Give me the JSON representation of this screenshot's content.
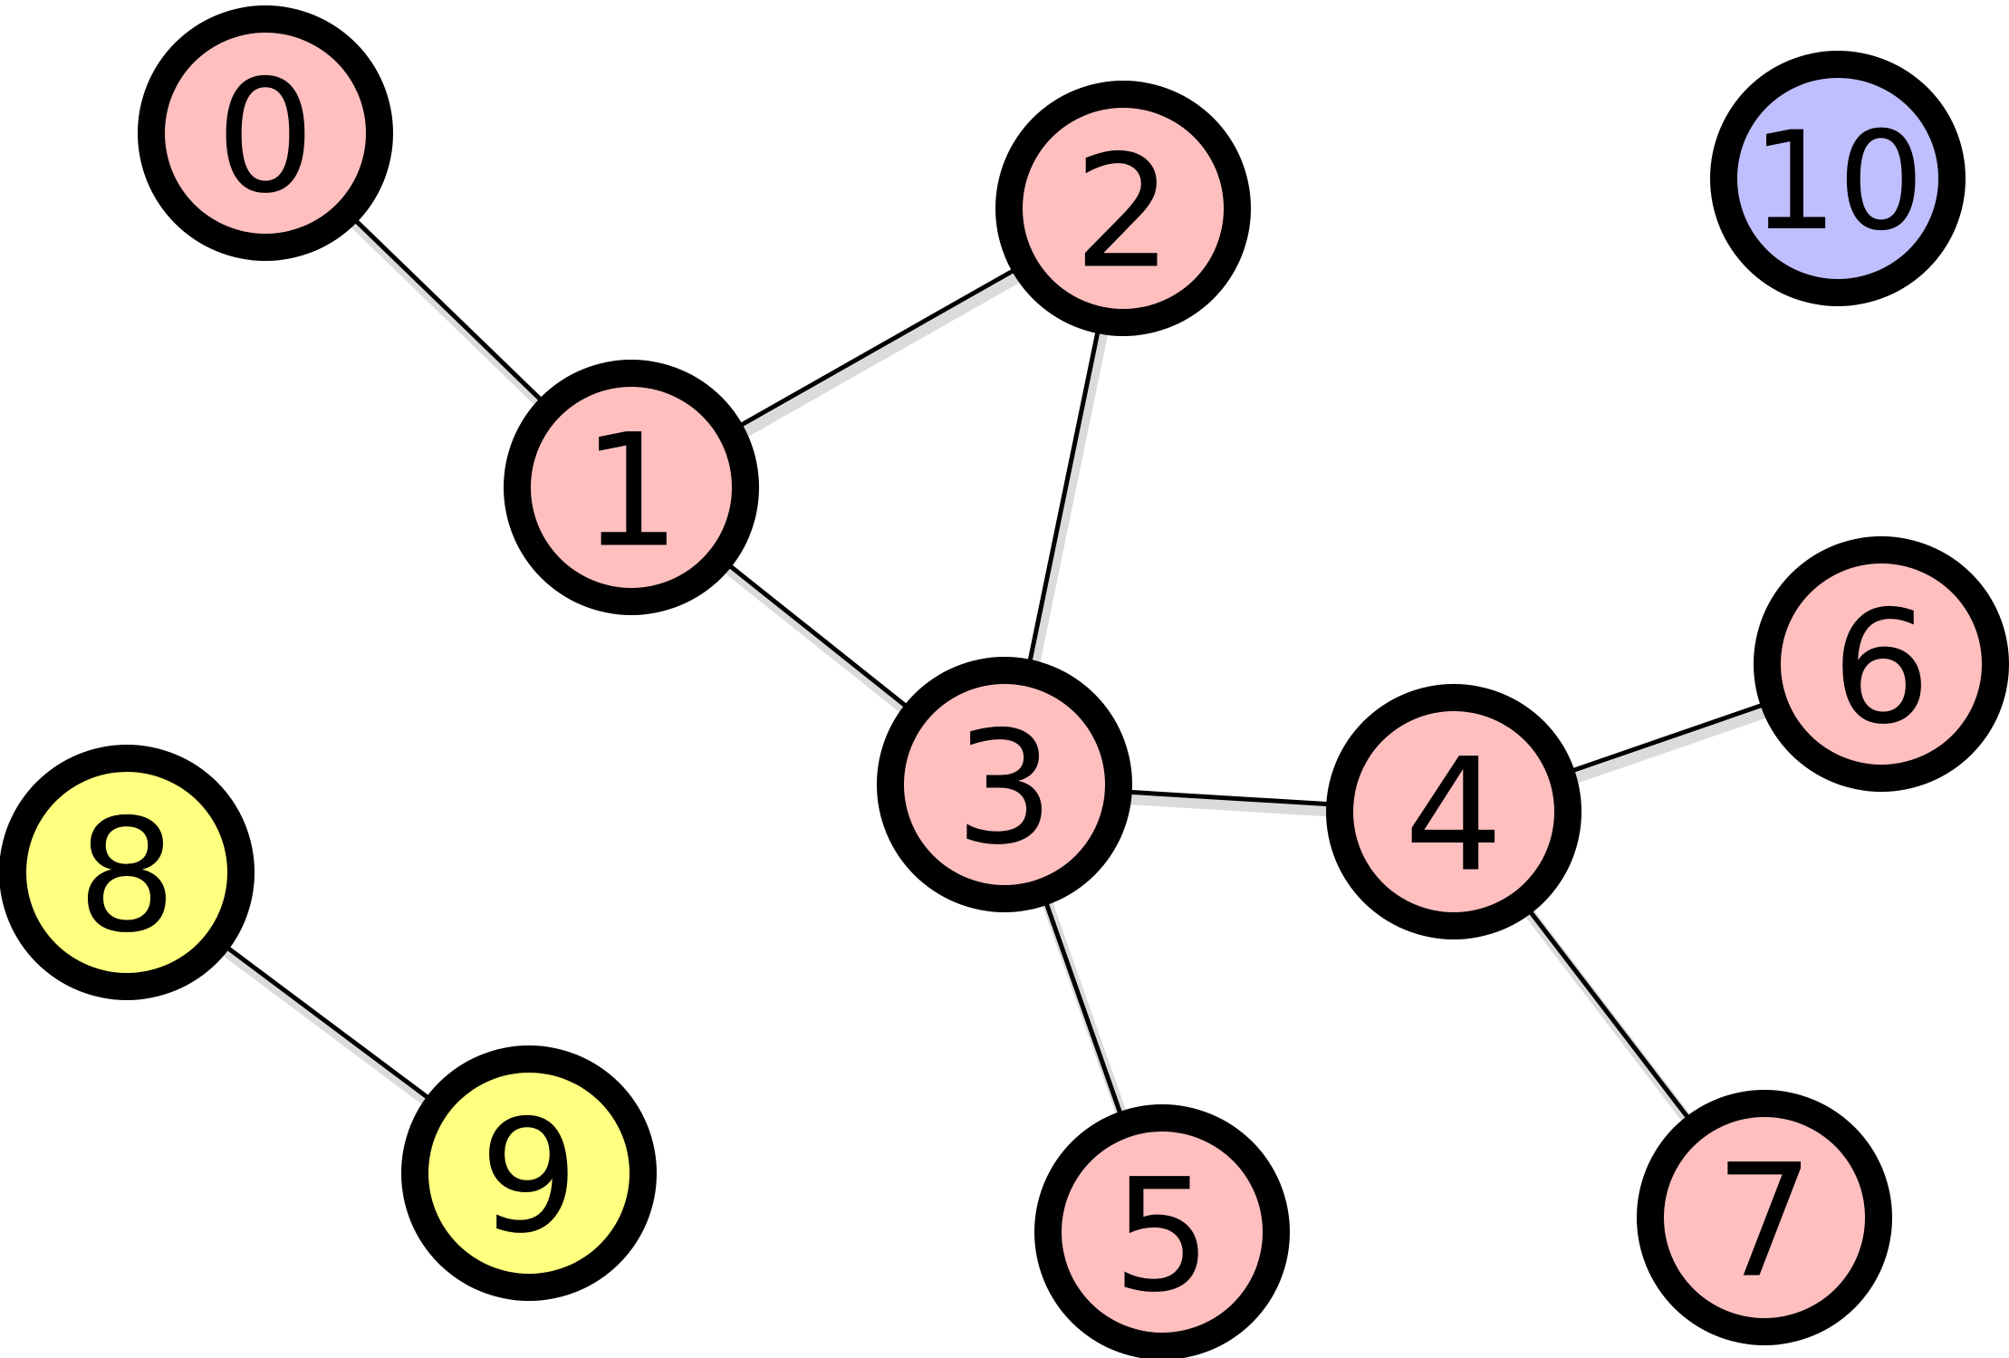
{
  "palette": {
    "pink": "#FFBFBF",
    "yellow": "#FFFF80",
    "lavender": "#BFBFFF",
    "outline": "#000000"
  },
  "nodes": [
    {
      "id": "0",
      "label": "0",
      "color": "#FFBFBF"
    },
    {
      "id": "1",
      "label": "1",
      "color": "#FFBFBF"
    },
    {
      "id": "2",
      "label": "2",
      "color": "#FFBFBF"
    },
    {
      "id": "3",
      "label": "3",
      "color": "#FFBFBF"
    },
    {
      "id": "4",
      "label": "4",
      "color": "#FFBFBF"
    },
    {
      "id": "5",
      "label": "5",
      "color": "#FFBFBF"
    },
    {
      "id": "6",
      "label": "6",
      "color": "#FFBFBF"
    },
    {
      "id": "7",
      "label": "7",
      "color": "#FFBFBF"
    },
    {
      "id": "8",
      "label": "8",
      "color": "#FFFF80"
    },
    {
      "id": "9",
      "label": "9",
      "color": "#FFFF80"
    },
    {
      "id": "10",
      "label": "10",
      "color": "#BFBFFF"
    }
  ],
  "edges": [
    {
      "from": "0",
      "to": "1"
    },
    {
      "from": "1",
      "to": "2"
    },
    {
      "from": "1",
      "to": "3"
    },
    {
      "from": "2",
      "to": "3"
    },
    {
      "from": "3",
      "to": "4"
    },
    {
      "from": "3",
      "to": "5"
    },
    {
      "from": "4",
      "to": "6"
    },
    {
      "from": "4",
      "to": "7"
    },
    {
      "from": "8",
      "to": "9"
    }
  ]
}
